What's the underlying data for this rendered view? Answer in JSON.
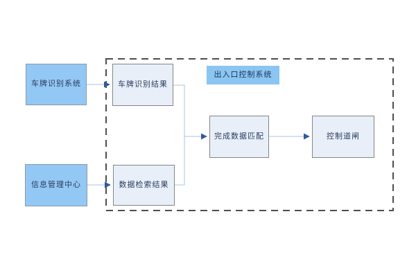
{
  "diagram": {
    "container_label": "出入口控制系统",
    "nodes": [
      {
        "id": "plate-recognition-system",
        "label": "车牌识别系统",
        "style": "blue-solid"
      },
      {
        "id": "info-management-center",
        "label": "信息管理中心",
        "style": "blue-solid"
      },
      {
        "id": "plate-recognition-result",
        "label": "车牌识别结果",
        "style": "light"
      },
      {
        "id": "data-retrieval-result",
        "label": "数据检索结果",
        "style": "light"
      },
      {
        "id": "data-match-complete",
        "label": "完成数据匹配",
        "style": "light"
      },
      {
        "id": "gate-control",
        "label": "控制道闸",
        "style": "light"
      }
    ],
    "edges": [
      {
        "from": "plate-recognition-system",
        "to": "plate-recognition-result"
      },
      {
        "from": "info-management-center",
        "to": "data-retrieval-result"
      },
      {
        "from": "plate-recognition-result",
        "to": "data-match-complete"
      },
      {
        "from": "data-retrieval-result",
        "to": "data-match-complete"
      },
      {
        "from": "data-match-complete",
        "to": "gate-control"
      }
    ],
    "colors": {
      "node_blue_fill": "#93c8f5",
      "node_light_fill": "#e9eff8",
      "node_border": "#848484",
      "container_dash_border": "#4d4d4d",
      "connector_line": "#a9c4e2",
      "arrowhead": "#2e5b9f",
      "text": "#2a3b5e",
      "title_fill": "#8bc5f1",
      "title_text": "#17365d"
    }
  }
}
